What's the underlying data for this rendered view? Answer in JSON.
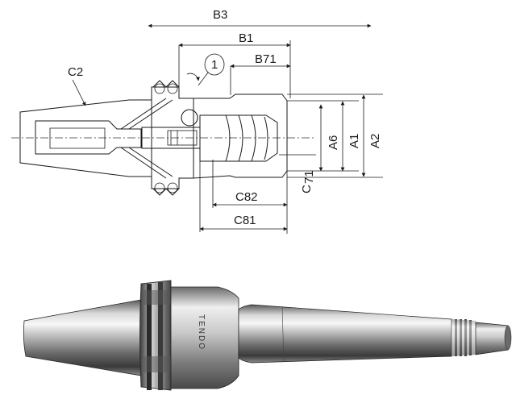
{
  "drawing": {
    "dimensions": {
      "b3": "B3",
      "b1": "B1",
      "b71": "B71",
      "c2": "C2",
      "a6": "A6",
      "a1": "A1",
      "a2": "A2",
      "c71_main": "C",
      "c71_sub": "71",
      "c82": "C82",
      "c81": "C81",
      "callout": "1"
    },
    "brand": "TENDO",
    "colors": {
      "ink": "#1a1a1a",
      "steel_light": "#e8e8e8",
      "steel_mid": "#a0a0a0",
      "steel_dark": "#404040"
    }
  }
}
